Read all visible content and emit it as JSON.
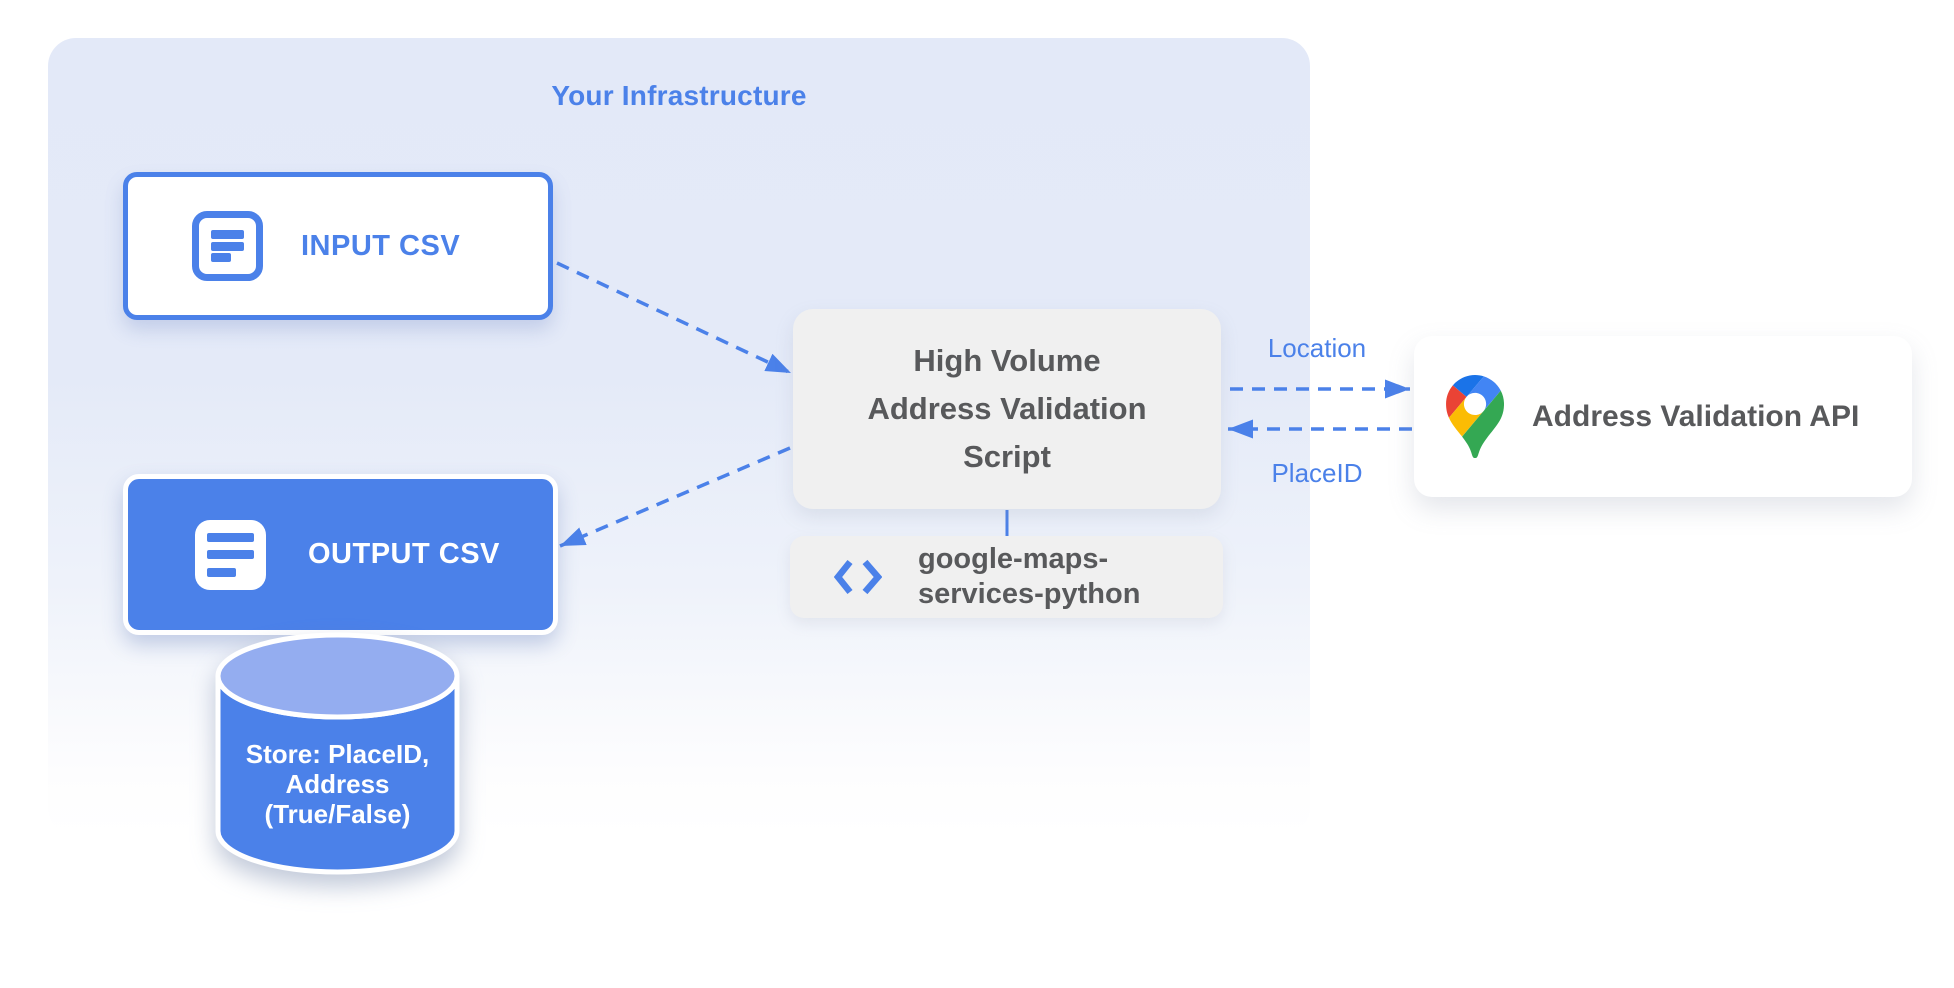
{
  "title": "Your Infrastructure",
  "nodes": {
    "input_csv": {
      "label": "INPUT CSV",
      "icon": "csv-file-icon"
    },
    "script": {
      "lines": [
        "High Volume",
        "Address Validation",
        "Script"
      ]
    },
    "library": {
      "lines": [
        "google-maps-",
        "services-python"
      ],
      "icon": "code-brackets-icon"
    },
    "output_csv": {
      "label": "OUTPUT CSV",
      "icon": "csv-file-icon"
    },
    "datastore": {
      "lines": [
        "Store: PlaceID,",
        "Address",
        "(True/False)"
      ],
      "icon": "database-cylinder-icon"
    },
    "api": {
      "label": "Address Validation API",
      "icon": "google-maps-pin-icon"
    }
  },
  "edges": {
    "location_label": "Location",
    "placeid_label": "PlaceID"
  },
  "colors": {
    "accent_blue": "#4b81e9",
    "cylinder_top_blue": "#94adf0",
    "panel_blue": "#e3e9f8",
    "node_gray": "#f0f0f0",
    "text_gray": "#58595b",
    "maps_red": "#ea4335",
    "maps_blue": "#4285f4",
    "maps_blue_dark": "#1a73e8",
    "maps_yellow": "#fbbc04",
    "maps_green": "#34a853"
  }
}
